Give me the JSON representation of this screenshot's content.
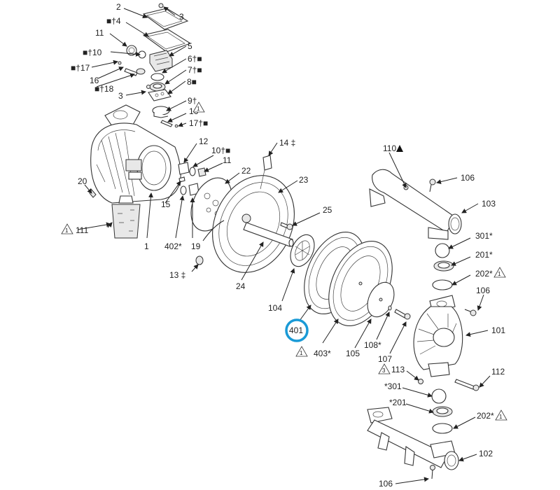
{
  "figure": {
    "title": "Diaphragm pump exploded parts diagram",
    "highlight": {
      "label": "401",
      "color": "#1a9ad6"
    },
    "labels": {
      "p2": "2",
      "p3a": "3",
      "p4": "■†4",
      "p11a": "11",
      "p5": "5",
      "p10a": "■†10",
      "p6": "6†■",
      "p17a": "■†17",
      "p7": "7†■",
      "p16a": "16",
      "p18": "■†18",
      "p8": "8■",
      "p3b": "3",
      "p9": "9†",
      "p16b": "16",
      "p17b": "17†■",
      "p12": "12",
      "p10b": "10†■",
      "p11b": "11",
      "p14": "14 ‡",
      "p22": "22",
      "p23": "23",
      "p20": "20",
      "p15": "15",
      "p111": "111",
      "p1": "1",
      "p402": "402*",
      "p19": "19",
      "p25": "25",
      "p13": "13 ‡",
      "p24": "24",
      "p104": "104",
      "p401": "401",
      "p403": "403*",
      "p105": "105",
      "p108": "108*",
      "p107": "107",
      "p110": "110",
      "p106a": "106",
      "p103": "103",
      "p301a": "301*",
      "p201a": "201*",
      "p202a": "202*",
      "p106b": "106",
      "p101": "101",
      "p113": "113",
      "p112": "112",
      "p301b": "*301",
      "p201b": "*201",
      "p202b": "202*",
      "p102": "102",
      "p106c": "106"
    },
    "warnings": {
      "w1": "1",
      "w3": "3"
    },
    "icons": [
      "warning-triangle-icon",
      "black-square-marker",
      "black-triangle-marker"
    ]
  }
}
